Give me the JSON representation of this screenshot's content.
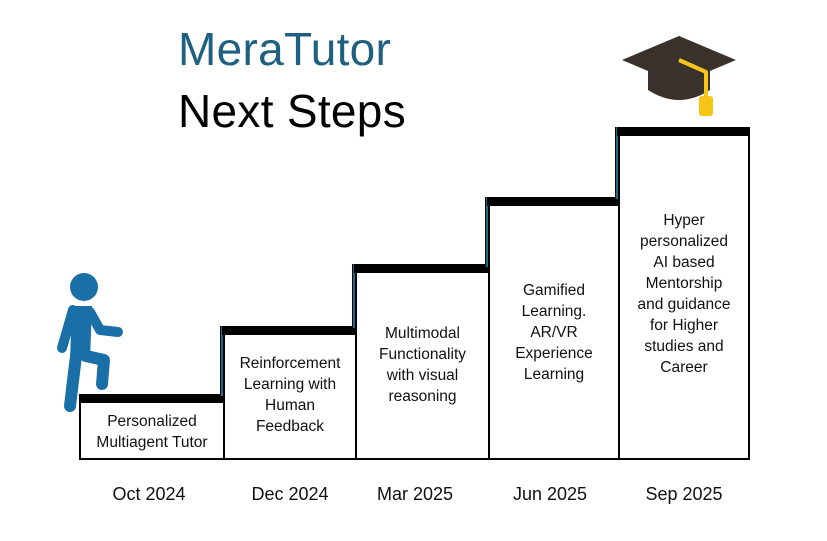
{
  "title": {
    "line1": "MeraTutor",
    "line2": "Next Steps"
  },
  "steps": [
    {
      "label": "Personalized Multiagent Tutor",
      "date": "Oct 2024"
    },
    {
      "label": "Reinforcement Learning with Human Feedback",
      "date": "Dec 2024"
    },
    {
      "label": "Multimodal Functionality with visual reasoning",
      "date": "Mar 2025"
    },
    {
      "label": "Gamified Learning. AR/VR Experience Learning",
      "date": "Jun 2025"
    },
    {
      "label": "Hyper personalized AI based Mentorship and guidance for Higher studies and Career",
      "date": "Sep 2025"
    }
  ],
  "icons": {
    "walker": "person-walking-icon",
    "cap": "graduation-cap-icon"
  },
  "colors": {
    "title_accent": "#1f5f7f",
    "person": "#1a6fa6",
    "cap": "#3a302c",
    "tassel": "#f5c518"
  }
}
